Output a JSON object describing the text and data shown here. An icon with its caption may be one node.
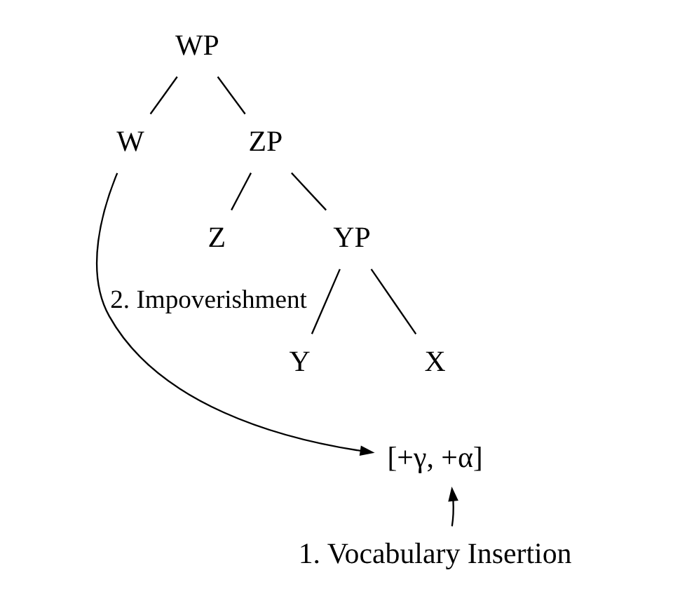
{
  "diagram": {
    "nodes": [
      {
        "text": [
          "WP"
        ]
      },
      {
        "text": [
          "W"
        ]
      },
      {
        "text": [
          "ZP"
        ]
      },
      {
        "text": [
          "Z"
        ]
      },
      {
        "text": [
          "YP"
        ]
      },
      {
        "text": [
          "Y"
        ]
      },
      {
        "text": [
          "X"
        ]
      },
      {
        "text": [
          "[+γ, +α]"
        ]
      },
      {
        "text": [
          "1. Vocabulary Insertion"
        ]
      }
    ],
    "edges": [
      {
        "from": 0,
        "to": 1,
        "arrow": "none"
      },
      {
        "from": 0,
        "to": 2,
        "arrow": "none"
      },
      {
        "from": 2,
        "to": 3,
        "arrow": "none"
      },
      {
        "from": 2,
        "to": 4,
        "arrow": "none"
      },
      {
        "from": 4,
        "to": 5,
        "arrow": "none"
      },
      {
        "from": 4,
        "to": 6,
        "arrow": "none"
      },
      {
        "from": 1,
        "to": 7,
        "arrow": "to",
        "label": "2. Impoverishment"
      },
      {
        "from": 8,
        "to": 7,
        "arrow": "to"
      }
    ]
  }
}
